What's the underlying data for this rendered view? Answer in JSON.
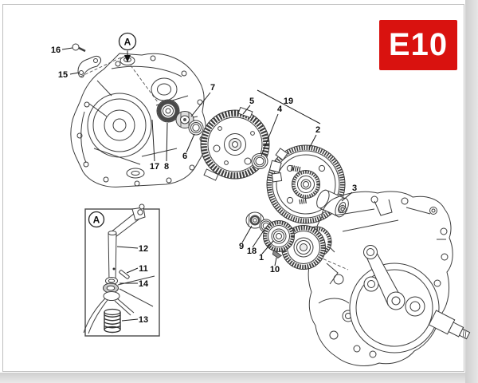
{
  "badge": {
    "code": "E10",
    "bg": "#d9120f",
    "fg": "#ffffff"
  },
  "callouts": {
    "main": "A",
    "inset": "A"
  },
  "part_labels": [
    {
      "text": "16"
    },
    {
      "text": "15"
    },
    {
      "text": "17"
    },
    {
      "text": "8"
    },
    {
      "text": "7"
    },
    {
      "text": "6"
    },
    {
      "text": "5"
    },
    {
      "text": "19"
    },
    {
      "text": "4"
    },
    {
      "text": "2"
    },
    {
      "text": "3"
    },
    {
      "text": "9"
    },
    {
      "text": "18"
    },
    {
      "text": "1"
    },
    {
      "text": "10"
    },
    {
      "text": "12"
    },
    {
      "text": "11"
    },
    {
      "text": "14"
    },
    {
      "text": "13"
    }
  ]
}
